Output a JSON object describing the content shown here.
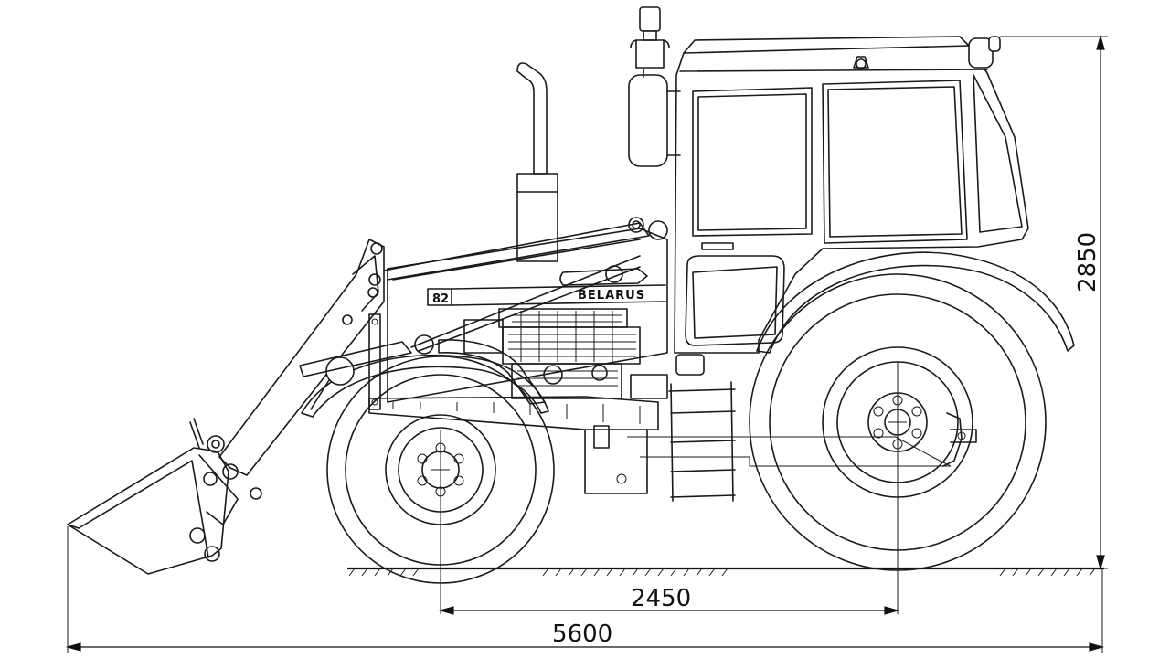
{
  "labels": {
    "brand": "BELARUS",
    "model": "82"
  },
  "dimensions": {
    "wheelbase": "2450",
    "overall_length": "5600",
    "overall_height": "2850"
  },
  "colors": {
    "line": "#1a1a1a",
    "background": "#ffffff"
  }
}
